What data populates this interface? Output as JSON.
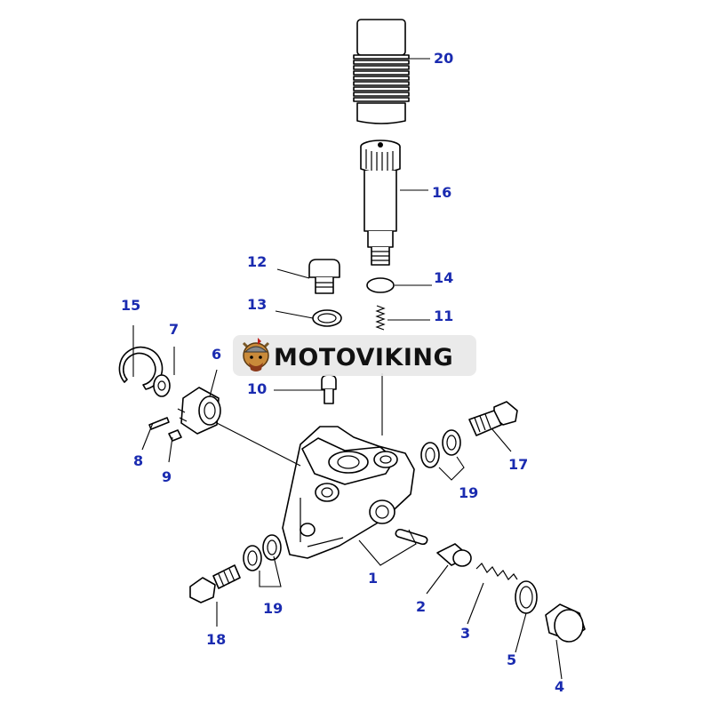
{
  "watermark": {
    "text": "MOTOVIKING",
    "logo": "viking-mascot-icon"
  },
  "callouts": {
    "c1": "1",
    "c2": "2",
    "c3": "3",
    "c4": "4",
    "c5": "5",
    "c6": "6",
    "c7": "7",
    "c8": "8",
    "c9": "9",
    "c10": "10",
    "c11": "11",
    "c12": "12",
    "c13": "13",
    "c14": "14",
    "c15": "15",
    "c16": "16",
    "c17": "17",
    "c18": "18",
    "c19a": "19",
    "c19b": "19",
    "c20": "20"
  },
  "colors": {
    "callout": "#1a2bb0",
    "line": "#000000",
    "banner": "#e8e8e8"
  }
}
